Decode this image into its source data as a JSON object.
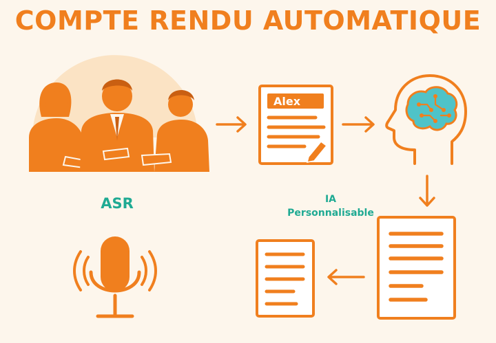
{
  "header": {
    "title": "COMPTE RENDU AUTOMATIQUE"
  },
  "labels": {
    "asr": "ASR",
    "ia_line1": "IA",
    "ia_line2": "Personnalisable"
  },
  "transcript": {
    "speaker_name": "Alex"
  },
  "icons": {
    "meeting": "people-meeting-icon",
    "transcript": "transcript-document-icon",
    "brain": "ai-brain-head-icon",
    "report": "report-document-icon",
    "summary": "summary-document-icon",
    "microphone": "microphone-icon"
  },
  "colors": {
    "orange": "#f07f1e",
    "teal": "#1faa93",
    "cyan": "#4fc3c8",
    "background": "#fdf6ec",
    "halo": "#fbe3c4"
  }
}
